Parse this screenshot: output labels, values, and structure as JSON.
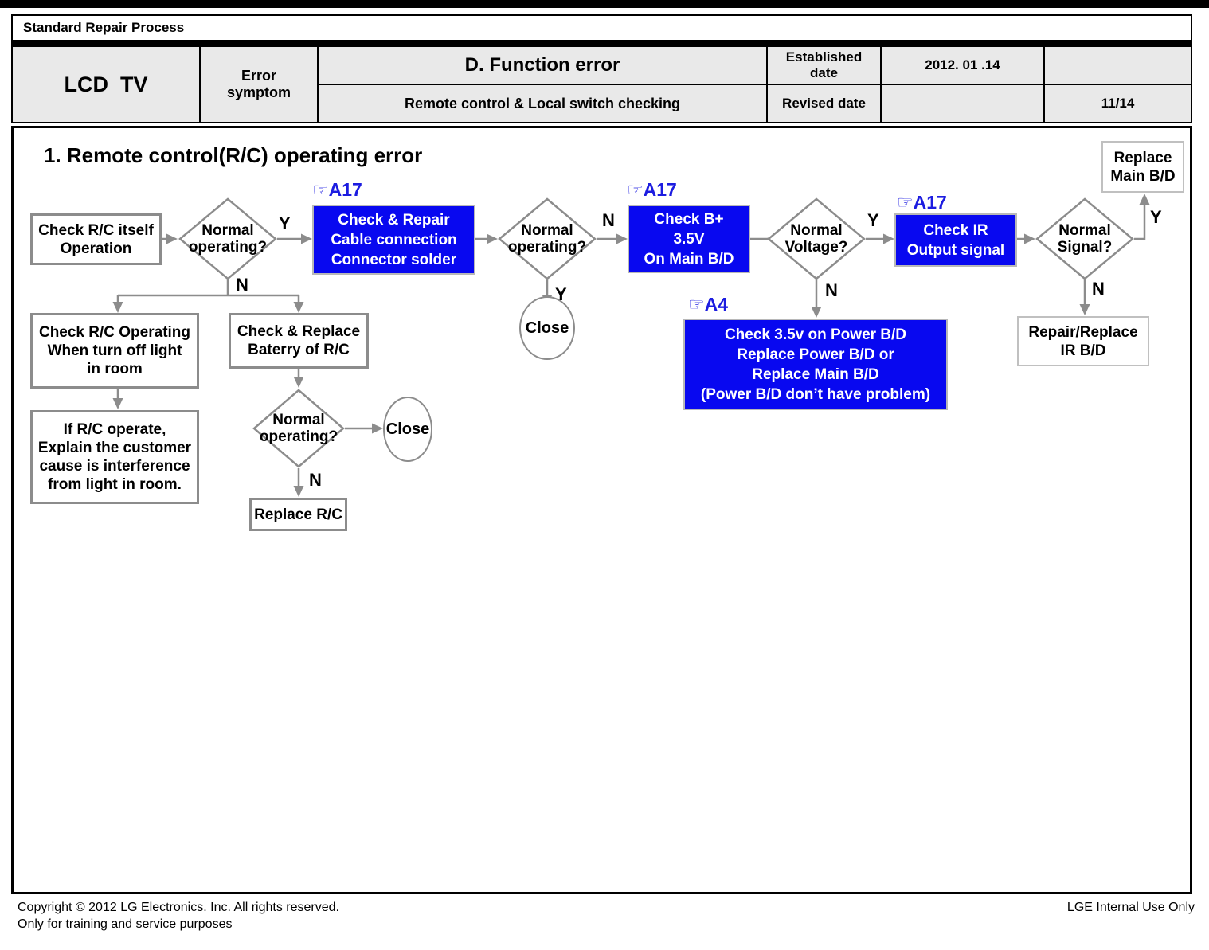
{
  "header": {
    "title": "Standard Repair Process",
    "product": "LCD  TV",
    "error_symptom": "Error\nsymptom",
    "section": "D. Function error",
    "subsection": "Remote control & Local switch checking",
    "established_label": "Established\ndate",
    "established_value": "2012. 01 .14",
    "revised_label": "Revised date",
    "page_number": "11/14"
  },
  "flowchart": {
    "section_title": "1. Remote control(R/C) operating error",
    "refs": {
      "a17_cable": "☞A17",
      "a17_b_plus": "☞A17",
      "a17_ir": "☞A17",
      "a4_power": "☞A4"
    },
    "nodes": {
      "check_rc_itself": "Check R/C itself\nOperation",
      "normal_operating_1": "Normal\noperating?",
      "check_repair_cable": "Check & Repair\nCable connection\nConnector solder",
      "normal_operating_2": "Normal\noperating?",
      "check_b_plus": "Check B+\n3.5V\nOn Main B/D",
      "normal_voltage": "Normal\nVoltage?",
      "check_ir": "Check IR\nOutput signal",
      "normal_signal": "Normal\nSignal?",
      "replace_main_bd": "Replace\nMain B/D",
      "close_1": "Close",
      "check_power_bd": "Check 3.5v on Power B/D\nReplace Power B/D or\nReplace Main B/D\n(Power B/D don’t have problem)",
      "repair_ir_bd": "Repair/Replace\nIR B/D",
      "check_rc_light": "Check R/C Operating\nWhen turn off light\nin room",
      "check_battery": "Check & Replace\nBaterry of R/C",
      "explain_customer": "If R/C operate,\nExplain the customer\ncause is interference\nfrom light in room.",
      "normal_operating_3": "Normal\noperating?",
      "close_2": "Close",
      "replace_rc": "Replace R/C"
    },
    "edge_labels": {
      "d1_y": "Y",
      "d1_n": "N",
      "d2_y": "Y",
      "d2_n": "N",
      "d3_y": "Y",
      "d3_n": "N",
      "d4_y": "Y",
      "d4_n": "N",
      "d5_n": "N"
    }
  },
  "footer": {
    "copyright": "Copyright © 2012 LG Electronics. Inc. All rights reserved.",
    "training": "Only for training and service purposes",
    "internal": "LGE Internal Use Only"
  },
  "colors": {
    "process_box_blue": "#0808f0",
    "reference_blue": "#1c1ce0",
    "line_gray": "#8c8c8c",
    "header_cell_gray": "#e9e9e9"
  }
}
